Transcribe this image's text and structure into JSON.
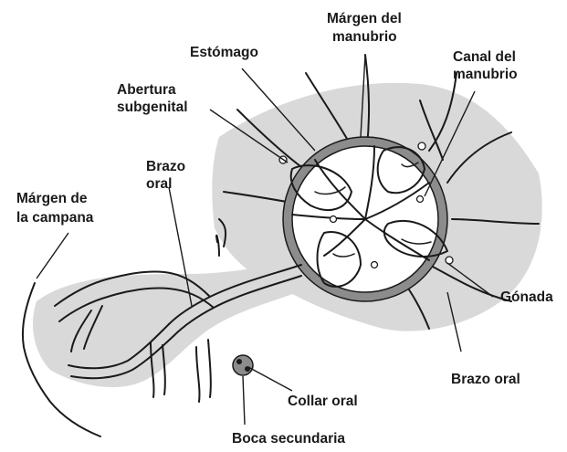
{
  "labels": {
    "margen_manubrio_1": "Márgen del",
    "margen_manubrio_2": "manubrio",
    "estomago": "Estómago",
    "canal_manubrio_1": "Canal del",
    "canal_manubrio_2": "manubrio",
    "abertura_1": "Abertura",
    "abertura_2": "subgenital",
    "brazo_oral_1": "Brazo",
    "brazo_oral_2": "oral",
    "margen_campana_1": "Márgen de",
    "margen_campana_2": "la campana",
    "gonada": "Gónada",
    "brazo_oral_right": "Brazo oral",
    "collar_oral": "Collar oral",
    "boca_secundaria": "Boca secundaria"
  },
  "colors": {
    "shade": "#d9d9d9",
    "ring": "#8c8c8c",
    "ink": "#1a1a1a",
    "gonad": "#e6e6e6"
  }
}
